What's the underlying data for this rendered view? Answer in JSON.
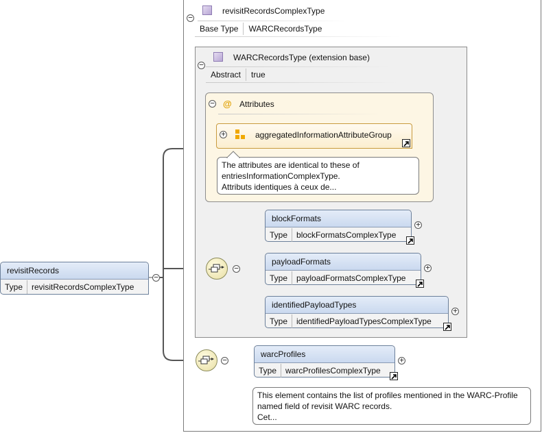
{
  "root_element": {
    "name": "revisitRecords",
    "type_label": "Type",
    "type_value": "revisitRecordsComplexType"
  },
  "complex_type": {
    "name": "revisitRecordsComplexType",
    "base_type_label": "Base Type",
    "base_type_value": "WARCRecordsType"
  },
  "extension_base": {
    "name": "WARCRecordsType (extension base)",
    "abstract_label": "Abstract",
    "abstract_value": "true"
  },
  "attributes": {
    "at_symbol": "@",
    "label": "Attributes",
    "group_name": "aggregatedInformationAttributeGroup",
    "note_lines": [
      "The attributes are identical to these of",
      "entriesInformationComplexType.",
      "Attributs identiques à ceux de..."
    ]
  },
  "sequence_elements": [
    {
      "name": "blockFormats",
      "type_label": "Type",
      "type_value": "blockFormatsComplexType"
    },
    {
      "name": "payloadFormats",
      "type_label": "Type",
      "type_value": "payloadFormatsComplexType"
    },
    {
      "name": "identifiedPayloadTypes",
      "type_label": "Type",
      "type_value": "identifiedPayloadTypesComplexType"
    }
  ],
  "warc_profiles": {
    "name": "warcProfiles",
    "type_label": "Type",
    "type_value": "warcProfilesComplexType",
    "note_lines": [
      "This element contains the list of profiles mentioned in the WARC-Profile",
      "named field of revisit WARC records.",
      "Cet..."
    ]
  },
  "colors": {
    "element_header": "#cad9ef",
    "attribute_panel": "#fdf6e4",
    "group_icon": "#f0a800",
    "frame_bg": "#f0f0f0"
  }
}
